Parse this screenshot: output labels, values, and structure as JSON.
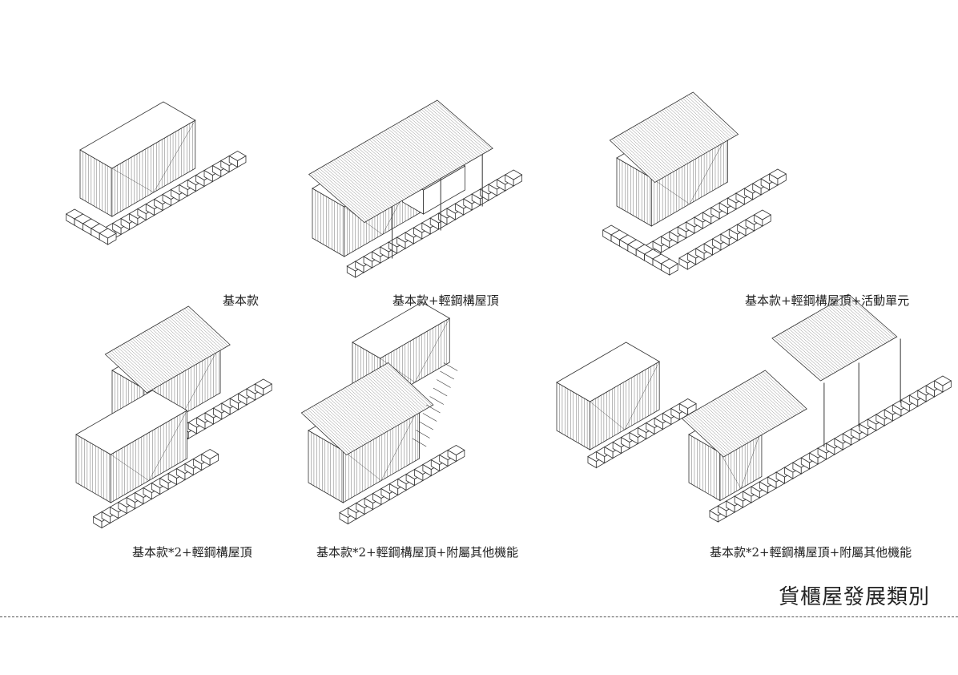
{
  "captions": [
    "基本款",
    "基本款+輕鋼構屋頂",
    "基本款+輕鋼構屋頂+活動單元",
    "基本款*2+輕鋼構屋頂",
    "基本款*2+輕鋼構屋頂+附屬其他機能",
    "基本款*2+輕鋼構屋頂+附屬其他機能"
  ],
  "title": "貨櫃屋發展類別",
  "colors": {
    "line": "#333333",
    "background": "#ffffff"
  }
}
